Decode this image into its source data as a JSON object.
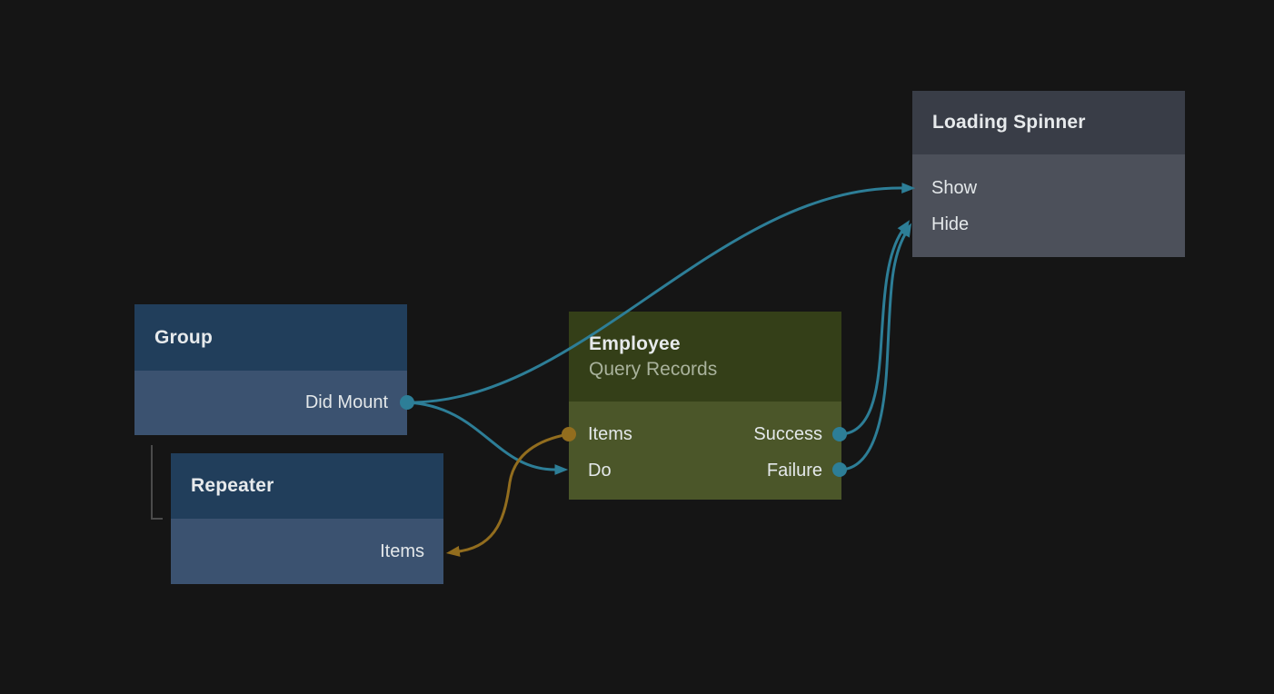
{
  "canvas": {
    "background": "#151515"
  },
  "colors": {
    "flow_edge": "#2d7e97",
    "data_edge": "#926d1e",
    "hierarchy_line": "#4b4b4b",
    "node_blue_header": "#213e5b",
    "node_blue_body": "#3b5270",
    "node_olive_header": "#343f18",
    "node_olive_body": "#4b5629",
    "node_slate_header": "#393d47",
    "node_slate_body": "#4c505a"
  },
  "nodes": {
    "group": {
      "title": "Group",
      "outputs": [
        {
          "label": "Did Mount"
        }
      ]
    },
    "repeater": {
      "title": "Repeater",
      "inputs": [
        {
          "label": "Items"
        }
      ]
    },
    "employee": {
      "title": "Employee",
      "subtitle": "Query Records",
      "inputs": [
        {
          "label": "Items"
        },
        {
          "label": "Do"
        }
      ],
      "outputs": [
        {
          "label": "Success"
        },
        {
          "label": "Failure"
        }
      ]
    },
    "loading_spinner": {
      "title": "Loading Spinner",
      "inputs": [
        {
          "label": "Show"
        },
        {
          "label": "Hide"
        }
      ]
    }
  },
  "edges": [
    {
      "from": "Group.Did Mount",
      "to": "Loading Spinner.Show",
      "type": "flow"
    },
    {
      "from": "Group.Did Mount",
      "to": "Employee.Do",
      "type": "flow"
    },
    {
      "from": "Employee.Success",
      "to": "Loading Spinner.Hide",
      "type": "flow"
    },
    {
      "from": "Employee.Failure",
      "to": "Loading Spinner.Hide",
      "type": "flow"
    },
    {
      "from": "Employee.Items",
      "to": "Repeater.Items",
      "type": "data"
    }
  ],
  "hierarchy": [
    {
      "parent": "Group",
      "child": "Repeater"
    }
  ]
}
